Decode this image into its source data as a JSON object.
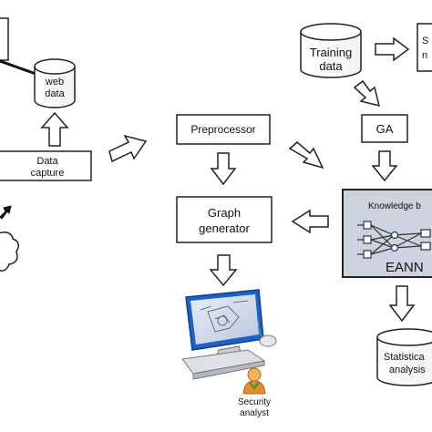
{
  "nodes": {
    "web_data": {
      "line1": "web",
      "line2": "data"
    },
    "data_capture": {
      "line1": "Data",
      "line2": "capture"
    },
    "training_data": {
      "line1": "Training",
      "line2": "data"
    },
    "stored_partial": {
      "line1": "S",
      "line2": "n"
    },
    "preprocessor": {
      "label": "Preprocessor"
    },
    "ga": {
      "label": "GA"
    },
    "graph_generator": {
      "line1": "Graph",
      "line2": "generator"
    },
    "knowledge": {
      "title": "Knowledge b",
      "label": "EANN"
    },
    "statistical": {
      "line1": "Statistica",
      "line2": "analysis"
    },
    "security_analyst": {
      "line1": "Security",
      "line2": "analyst"
    }
  },
  "colors": {
    "arrow_fill": "#ffffff",
    "stroke": "#222222",
    "eann_box": "#ccd3de",
    "analyst_body": "#e98b2a",
    "analyst_head": "#f2b35c",
    "screen": "#1d62c9"
  }
}
